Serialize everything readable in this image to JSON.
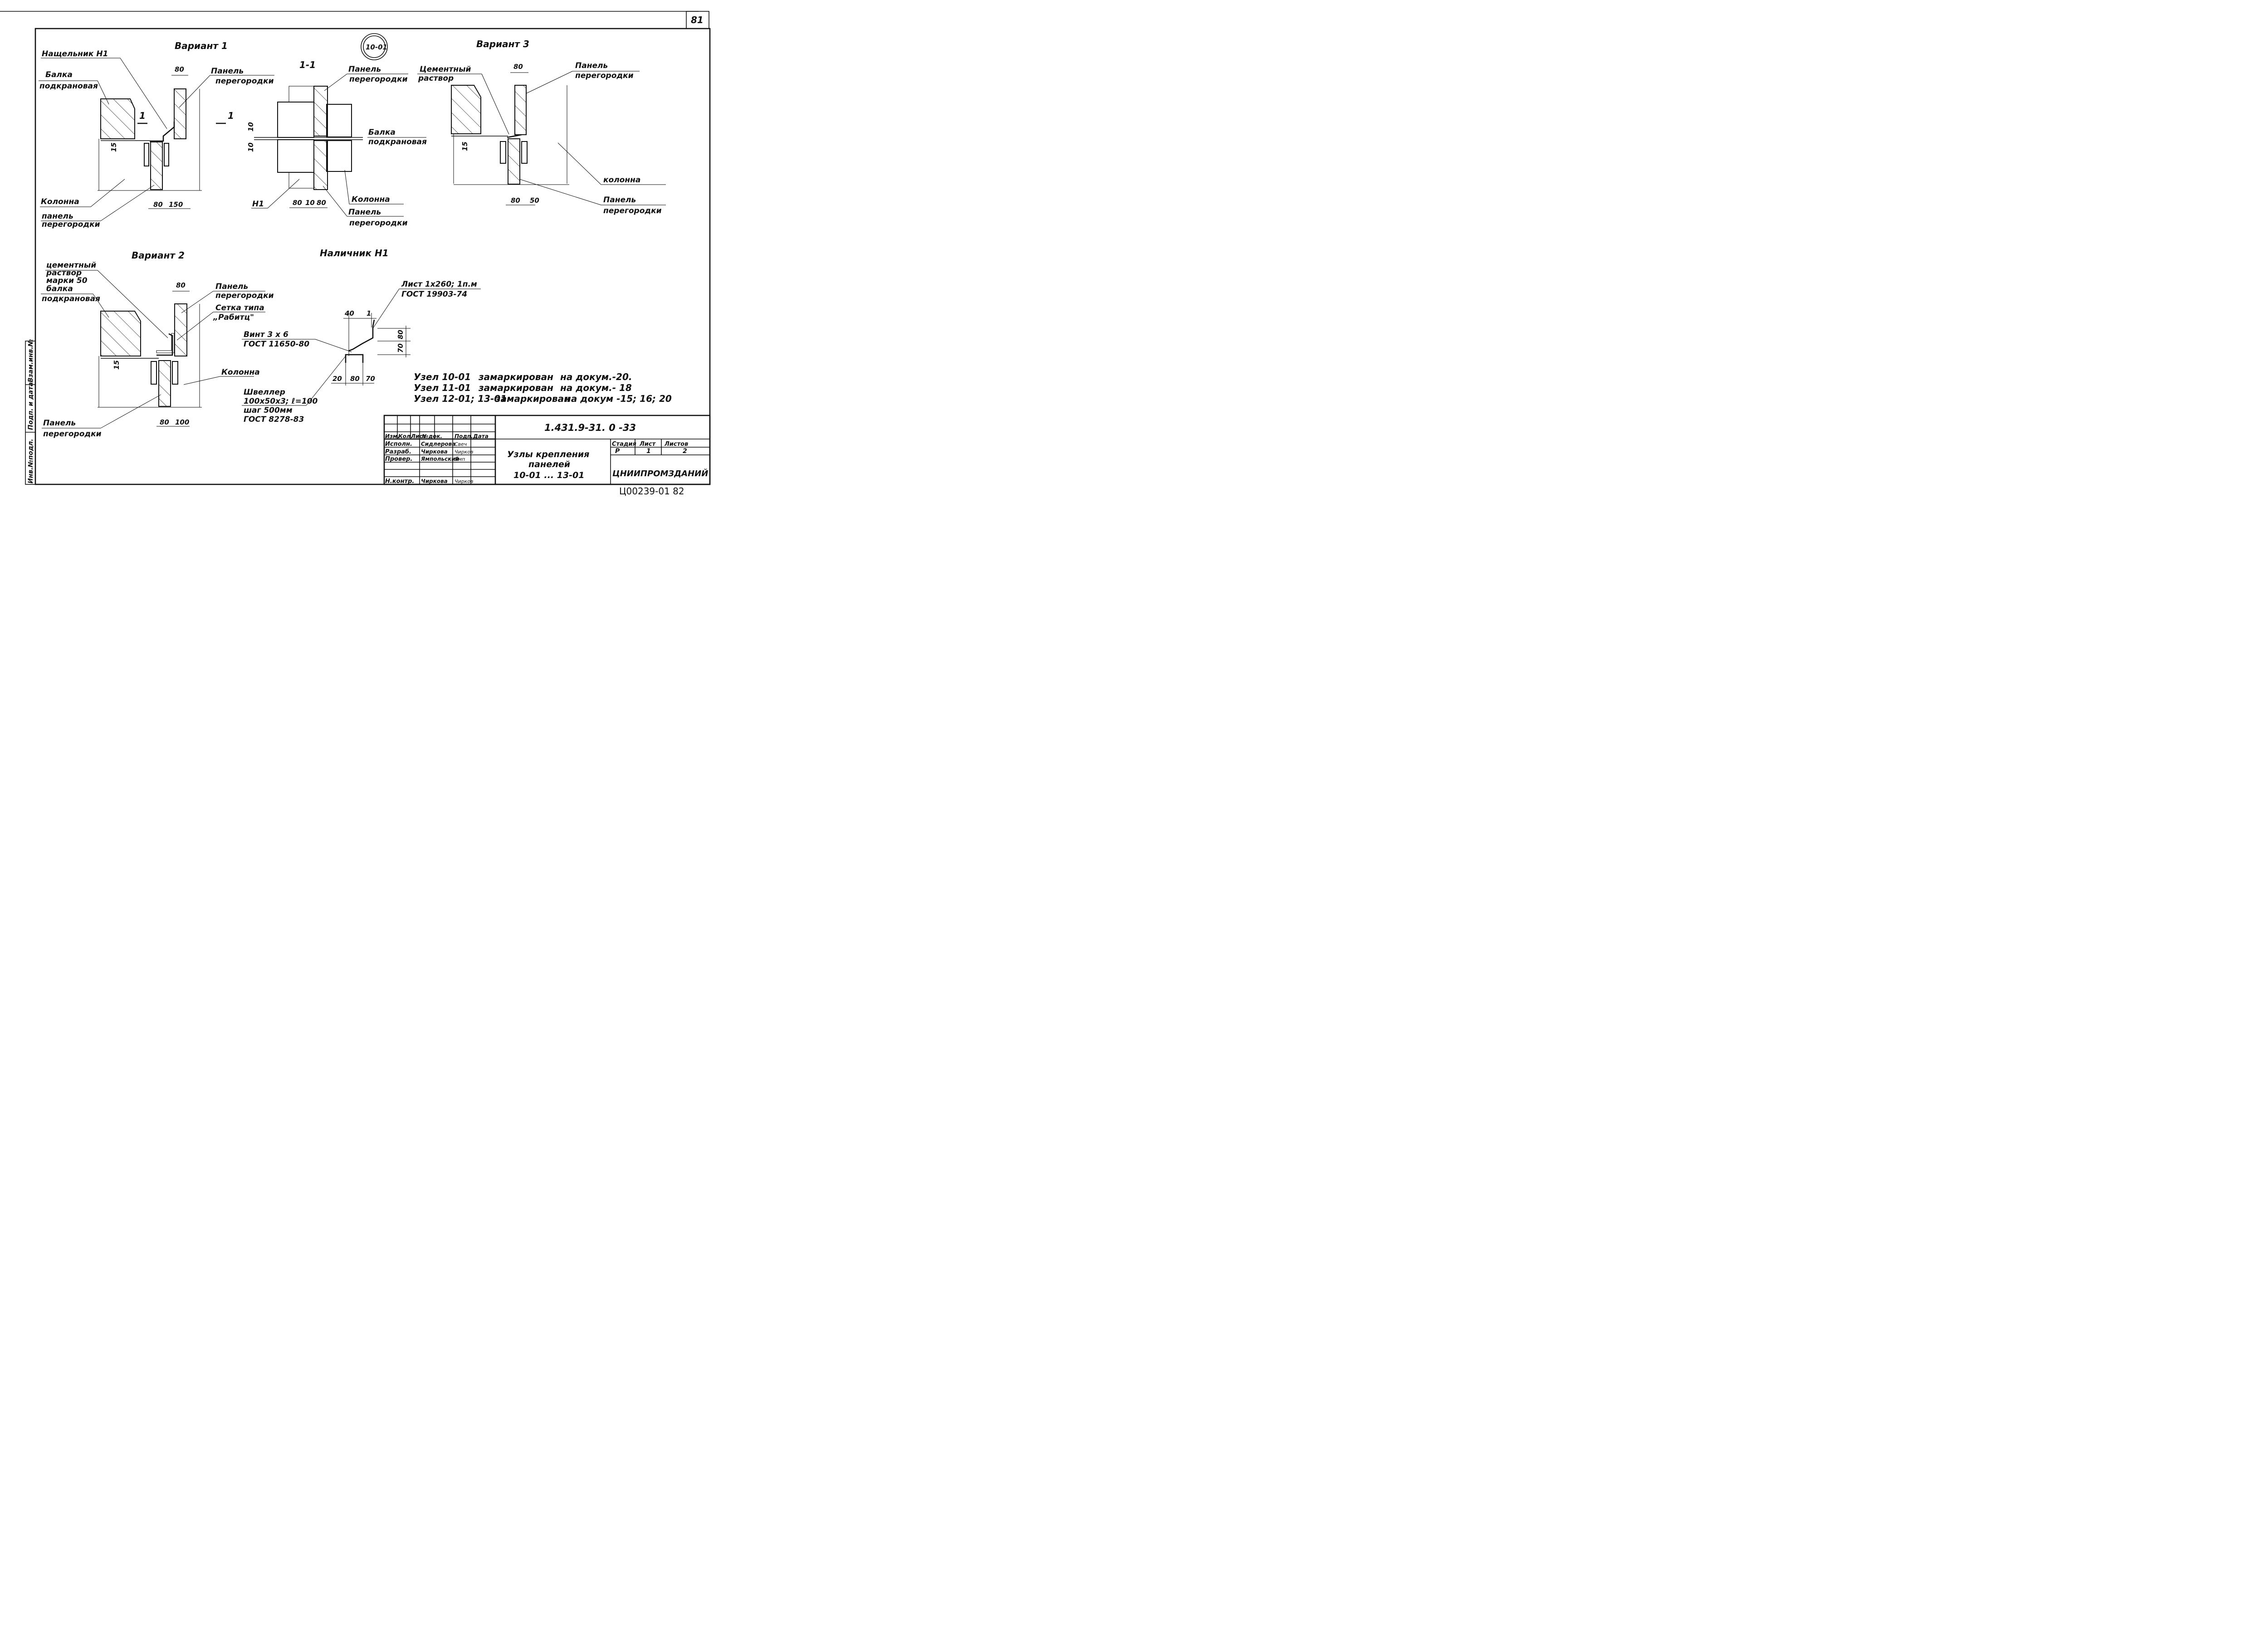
{
  "sheet": {
    "page_number": "81",
    "stamp": "Ц00239-01 82",
    "node_mark": "10-01",
    "section_mark": "1-1",
    "side_box": [
      "Инв.№подл.",
      "Подп. и дата",
      "Взам.инв.№"
    ]
  },
  "variant1": {
    "title": "Вариант 1",
    "labels": [
      "Нащельник Н1",
      "Балка",
      "подкрановая",
      "Панель",
      "перегородки",
      "Колонна",
      "панель",
      "перегородки"
    ],
    "section_marker": "1",
    "dims": [
      "80",
      "15",
      "80",
      "150"
    ]
  },
  "section": {
    "title": "1-1",
    "labels": [
      "Панель",
      "перегородки",
      "Балка",
      "подкрановая",
      "Колонна",
      "Панель",
      "перегородки",
      "Н1"
    ],
    "dims": [
      "10",
      "10",
      "80",
      "10",
      "80"
    ]
  },
  "variant3": {
    "title": "Вариант 3",
    "labels": [
      "Цементный",
      "раствор",
      "Панель",
      "перегородки",
      "колонна",
      "Панель",
      "перегородки"
    ],
    "dims": [
      "80",
      "15",
      "80",
      "50"
    ]
  },
  "variant2": {
    "title": "Вариант 2",
    "labels": [
      "цементный",
      "раствор",
      "марки 50",
      "балка",
      "подкрановая",
      "Панель",
      "перегородки",
      "Сетка типа",
      "„Рабитц\"",
      "Колонна",
      "Панель",
      "перегородки"
    ],
    "dims": [
      "80",
      "15",
      "80",
      "100"
    ]
  },
  "nalichnik": {
    "title": "Наличник Н1",
    "labels": [
      "Лист 1х260; 1п.м",
      "ГОСТ 19903-74",
      "Винт 3 х 6",
      "ГОСТ 11650-80",
      "Швеллер",
      "100х50х3; ℓ=100",
      "шаг 500мм",
      "ГОСТ 8278-83"
    ],
    "dims": [
      "40",
      "1",
      "80",
      "70",
      "20",
      "80",
      "70"
    ]
  },
  "notes": [
    {
      "node": "Узел 10-01",
      "status": "замаркирован",
      "doc": "на докум.-20."
    },
    {
      "node": "Узел 11-01",
      "status": "замаркирован",
      "doc": "на докум.- 18"
    },
    {
      "node": "Узел 12-01; 13-01",
      "status": "замаркирован",
      "doc": "на докум -15; 16; 20"
    }
  ],
  "title_block": {
    "code": "1.431.9-31. 0 -33",
    "headers": [
      "Изм.",
      "Кол.",
      "Лист",
      "№док.",
      "Подп.",
      "Дата"
    ],
    "rows": [
      {
        "role": "Исполн.",
        "name": "Сидлерова",
        "sign": "Свеч"
      },
      {
        "role": "Разраб.",
        "name": "Чиркова",
        "sign": "Чирков"
      },
      {
        "role": "Провер.",
        "name": "Ямпольский",
        "sign": "Ямп"
      },
      {
        "role": "Н.контр.",
        "name": "Чиркова",
        "sign": "Чирков"
      }
    ],
    "name_lines": [
      "Узлы крепления",
      "панелей",
      "10-01 ... 13-01"
    ],
    "stage_label": "Стадия",
    "sheet_label": "Лист",
    "sheets_label": "Листов",
    "stage": "Р",
    "sheet": "1",
    "sheets": "2",
    "org": "ЦНИИПРОМЗДАНИЙ"
  }
}
